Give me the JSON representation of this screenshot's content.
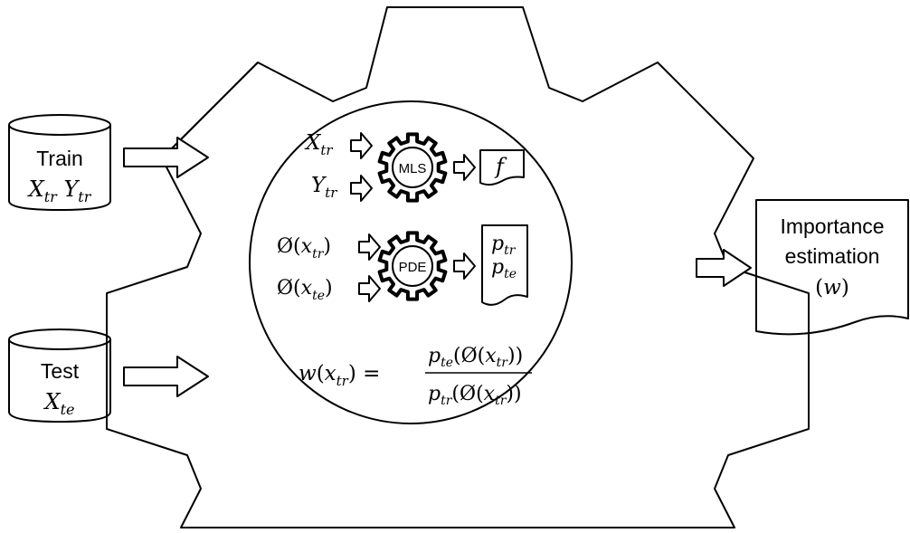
{
  "inputs": {
    "train": {
      "title": "Train",
      "vars": [
        {
          "base": "X",
          "sub": "tr"
        },
        {
          "base": "Y",
          "sub": "tr"
        }
      ]
    },
    "test": {
      "title": "Test",
      "vars": [
        {
          "base": "X",
          "sub": "te"
        }
      ]
    }
  },
  "mls_block": {
    "label": "MLS",
    "inputs": [
      {
        "base": "X",
        "sub": "tr"
      },
      {
        "base": "Y",
        "sub": "tr"
      }
    ],
    "output": "f"
  },
  "pde_block": {
    "label": "PDE",
    "inputs": [
      {
        "func": "Ø",
        "base": "x",
        "sub": "tr"
      },
      {
        "func": "Ø",
        "base": "x",
        "sub": "te"
      }
    ],
    "outputs": [
      {
        "base": "p",
        "sub": "tr"
      },
      {
        "base": "p",
        "sub": "te"
      }
    ]
  },
  "formula": {
    "lhs": {
      "func": "w",
      "arg": {
        "base": "x",
        "sub": "tr"
      }
    },
    "numerator": {
      "base": "p",
      "sub": "te",
      "inner": {
        "func": "Ø",
        "base": "x",
        "sub": "tr"
      }
    },
    "denominator": {
      "base": "p",
      "sub": "tr",
      "inner": {
        "func": "Ø",
        "base": "x",
        "sub": "tr"
      }
    }
  },
  "output": {
    "lines": [
      "Importance",
      "estimation"
    ],
    "symbol": "w"
  }
}
